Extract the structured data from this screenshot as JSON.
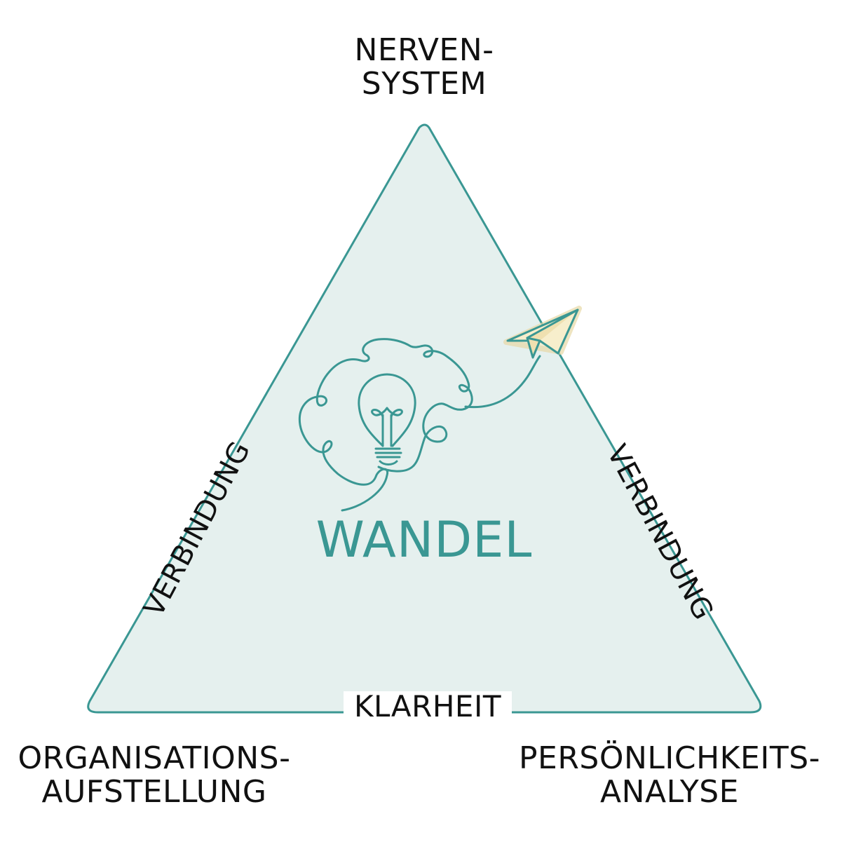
{
  "diagram": {
    "center_title": "WANDEL",
    "corners": {
      "top": [
        "NERVEN-",
        "SYSTEM"
      ],
      "bottom_left": [
        "ORGANISATIONS-",
        "AUFSTELLUNG"
      ],
      "bottom_right": [
        "PERSÖNLICHKEITS-",
        "ANALYSE"
      ]
    },
    "edges": {
      "left": "VERBINDUNG",
      "right": "VERBINDUNG",
      "bottom": "KLARHEIT"
    }
  },
  "colors": {
    "triangle_fill": "#e5f0ee",
    "triangle_stroke": "#3a9793",
    "accent_teal": "#3a9793",
    "plane_fill": "#f6ecc9",
    "text": "#111111"
  },
  "icons": [
    "lightbulb-brain-icon",
    "paper-plane-icon"
  ]
}
